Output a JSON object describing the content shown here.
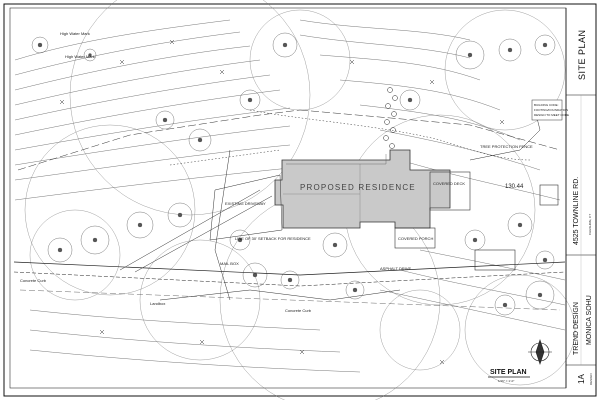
{
  "drawing": {
    "house_label": "PROPOSED RESIDENCE",
    "area_label": "130.44",
    "labels": {
      "high_water_1": "High Water Mark",
      "high_water_2": "High Water Mark",
      "covered_deck": "COVERED DECK",
      "covered_porch": "COVERED PORCH",
      "tree_protection": "TREE PROTECTION FENCE",
      "concrete_curb_left": "Concrete Curb",
      "concrete_curb_bottom": "Concrete Curb",
      "landbox": "Landbox",
      "driveway": "EXISTING DRIVEWAY",
      "setback": "LINE OF 30' SETBACK FOR RESIDENCE",
      "mail_box": "MAIL BOX",
      "asphalt": "ASPHALT DRIVE"
    }
  },
  "title_block": {
    "sheet_title": "SITE PLAN",
    "address": "4525 TOWNLINE RD.",
    "subaddress": "CHESHIRE, CT",
    "designer": "TREND DESIGN",
    "project": "MONICA SOHU",
    "sheet_number": "1A",
    "designer_sub": "DESIGN"
  },
  "bottom_title": {
    "title": "SITE PLAN",
    "scale": "1/16\" = 1'-0\""
  },
  "notes": {
    "building_code": "BUILDING CODE:",
    "note_1": "FOOTING/FOUNDATION",
    "note_2": "DESIGN TO MEET CODE"
  }
}
